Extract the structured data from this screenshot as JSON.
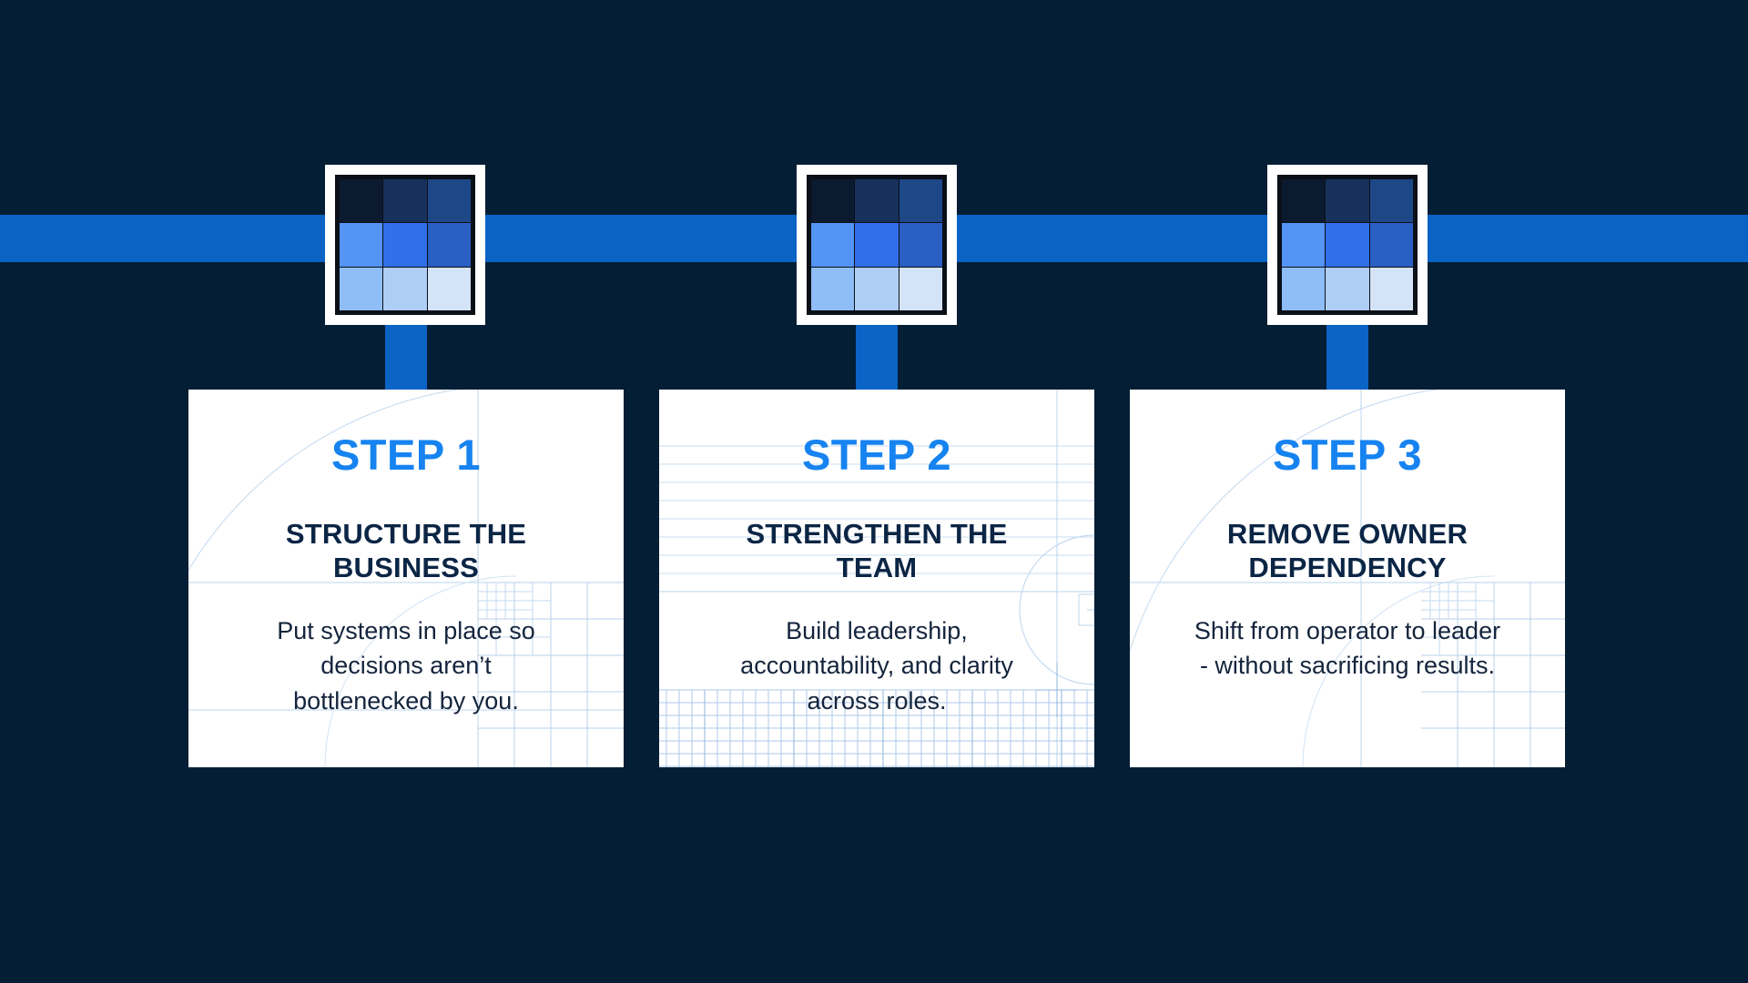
{
  "theme": {
    "background": "#041E35",
    "rail_color": "#0B63C5",
    "card_background": "#FFFFFF",
    "step_label_color": "#1683F0",
    "title_color": "#0B2545",
    "body_color": "#14243C",
    "blueprint_line_color": "#A8C6E8"
  },
  "icon": {
    "name": "nine-square-grid-icon",
    "frame_color": "#FFFFFF",
    "border_color": "#0B0F18",
    "cells": [
      "#0C1A30",
      "#16315B",
      "#1E4788",
      "#5394F5",
      "#306FE8",
      "#2A5FC4",
      "#8FBDF5",
      "#AFCEF5",
      "#D4E4F8"
    ]
  },
  "steps": [
    {
      "label": "STEP 1",
      "title": "STRUCTURE THE BUSINESS",
      "body": "Put systems in place so decisions aren’t bottlenecked by you.",
      "pattern": "blueprint-grid"
    },
    {
      "label": "STEP 2",
      "title": "STRENGTHEN THE TEAM",
      "body": "Build leadership, accountability, and clarity across roles.",
      "pattern": "ruled-lines-graph-paper"
    },
    {
      "label": "STEP 3",
      "title": "REMOVE OWNER DEPENDENCY",
      "body": "Shift from operator to leader - without sacrificing results.",
      "pattern": "blueprint-grid"
    }
  ]
}
